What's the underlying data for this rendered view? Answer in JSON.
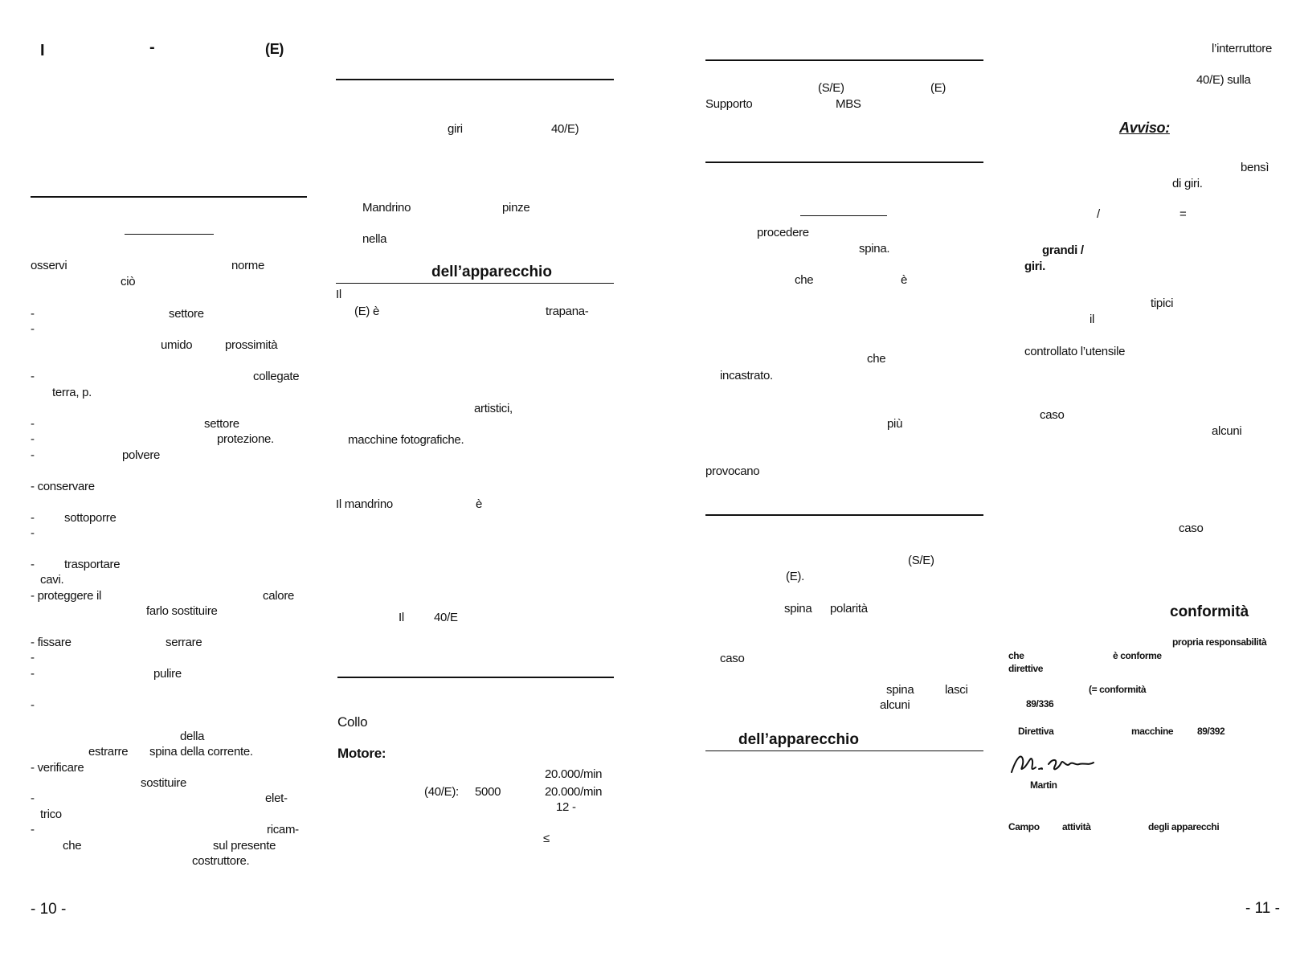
{
  "left_page": {
    "page_number": "- 10 -",
    "col1": {
      "top_line": {
        "a": "I",
        "b": "-",
        "c": "(E)"
      },
      "lines": [
        "osservi",
        "norme",
        "ciò",
        "-",
        "settore",
        "-",
        "umido",
        "prossimità",
        "-",
        "collegate",
        "terra, p.",
        "-",
        "settore",
        "-",
        "protezione.",
        "-",
        "polvere",
        "- conservare",
        "-",
        "sottoporre",
        "-",
        "-",
        "trasportare",
        "cavi.",
        "- proteggere il",
        "calore",
        "farlo sostituire",
        "- fissare",
        "serrare",
        "-",
        "-",
        "pulire",
        "-",
        "della",
        "estrarre",
        "spina della corrente.",
        "- verificare",
        "sostituire",
        "-",
        "elet-",
        "trico",
        "-",
        "ricam-",
        "che",
        "sul presente",
        "costruttore."
      ]
    },
    "col2": {
      "lines": [
        "giri",
        "40/E)",
        "Mandrino",
        "pinze",
        "nella",
        "Il",
        "(E) è",
        "trapana-",
        "artistici,",
        "macchine fotografiche.",
        "Il mandrino",
        "è",
        "Il",
        "40/E",
        "Collo",
        "20.000/min",
        "(40/E):",
        "5000",
        "20.000/min",
        "12 -",
        "≤"
      ],
      "heading_device": "dell’apparecchio",
      "label_motore": "Motore:"
    }
  },
  "right_page": {
    "page_number": "- 11 -",
    "col3": {
      "lines": [
        "(S/E)",
        "(E)",
        "Supporto",
        "MBS",
        "procedere",
        "spina.",
        "che",
        "è",
        "che",
        "incastrato.",
        "più",
        "provocano",
        "(S/E)",
        "(E).",
        "spina",
        "polarità",
        "caso",
        "spina",
        "lasci",
        "alcuni"
      ],
      "heading_device": "dell’apparecchio"
    },
    "col4": {
      "lines": [
        "l’interruttore",
        "40/E) sulla",
        "bensì",
        "di giri.",
        "/",
        "=",
        "grandi /",
        "giri.",
        "tipici",
        "il",
        "controllato l’utensile",
        "caso",
        "alcuni",
        "caso",
        "propria responsabilità",
        "che",
        "è conforme",
        "direttive",
        "(= conformità",
        "89/336",
        "Direttiva",
        "macchine",
        "89/392",
        "Martin",
        "Campo",
        "attività",
        "degli apparecchi"
      ],
      "avviso": "Avviso:",
      "heading_conformity": "conformità"
    }
  }
}
